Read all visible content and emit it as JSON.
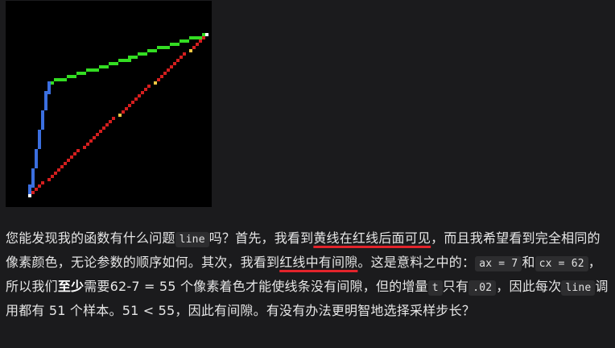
{
  "figure": {
    "colors": {
      "background": "#000000",
      "blue_line": "#3b6fe0",
      "green_line": "#33dd22",
      "red_line": "#d41e1e",
      "yellow_pixel": "#f2c744",
      "white_pixel": "#ffffff"
    }
  },
  "article": {
    "line1": {
      "t1": "您能发现我的函数有什么问题",
      "code1": "line",
      "t2": "吗？首先，我看到",
      "u1": "黄线在红线后面可见",
      "t3": "，而且我希望看到完全相同的像素颜色，无论参数的顺序如何。其次，我看到",
      "u2": "红线中有间隙",
      "t4": "。这是意料之中的：",
      "code2": "ax = 7",
      "t5": "和",
      "code3": "cx = 62",
      "t6": "，所以我们",
      "strong1": "至少",
      "t7": "需要62-7 = 55 个像素着色才能使线条没有间隙，但的增量",
      "code4": "t",
      "t8": "只有",
      "code5": ".02",
      "t9": "，因此每次",
      "code6": "line",
      "t10": "调用都有 51 个样本。51 < 55，因此有间隙。有没有办法更明智地选择采样步长？"
    }
  }
}
